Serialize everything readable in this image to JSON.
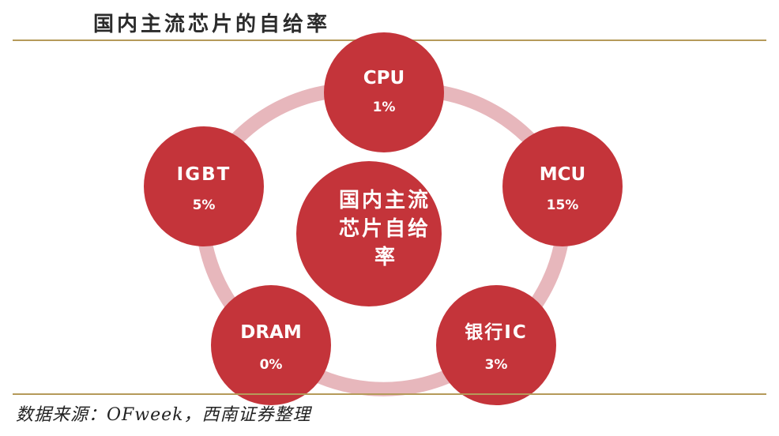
{
  "title": "国内主流芯片的自给率",
  "center": {
    "lines": [
      "国内主流",
      "芯片自给",
      "率"
    ]
  },
  "nodes": [
    {
      "name": "CPU",
      "value": "1%"
    },
    {
      "name": "MCU",
      "value": "15%"
    },
    {
      "name": "银行IC",
      "value": "3%"
    },
    {
      "name": "DRAM",
      "value": "0%"
    },
    {
      "name": "IGBT",
      "value": "5%"
    }
  ],
  "source": "数据来源：OFweek，西南证券整理",
  "colors": {
    "node": "#c4343a",
    "ring": "#e7b7bc",
    "rule": "#b59a5a"
  }
}
